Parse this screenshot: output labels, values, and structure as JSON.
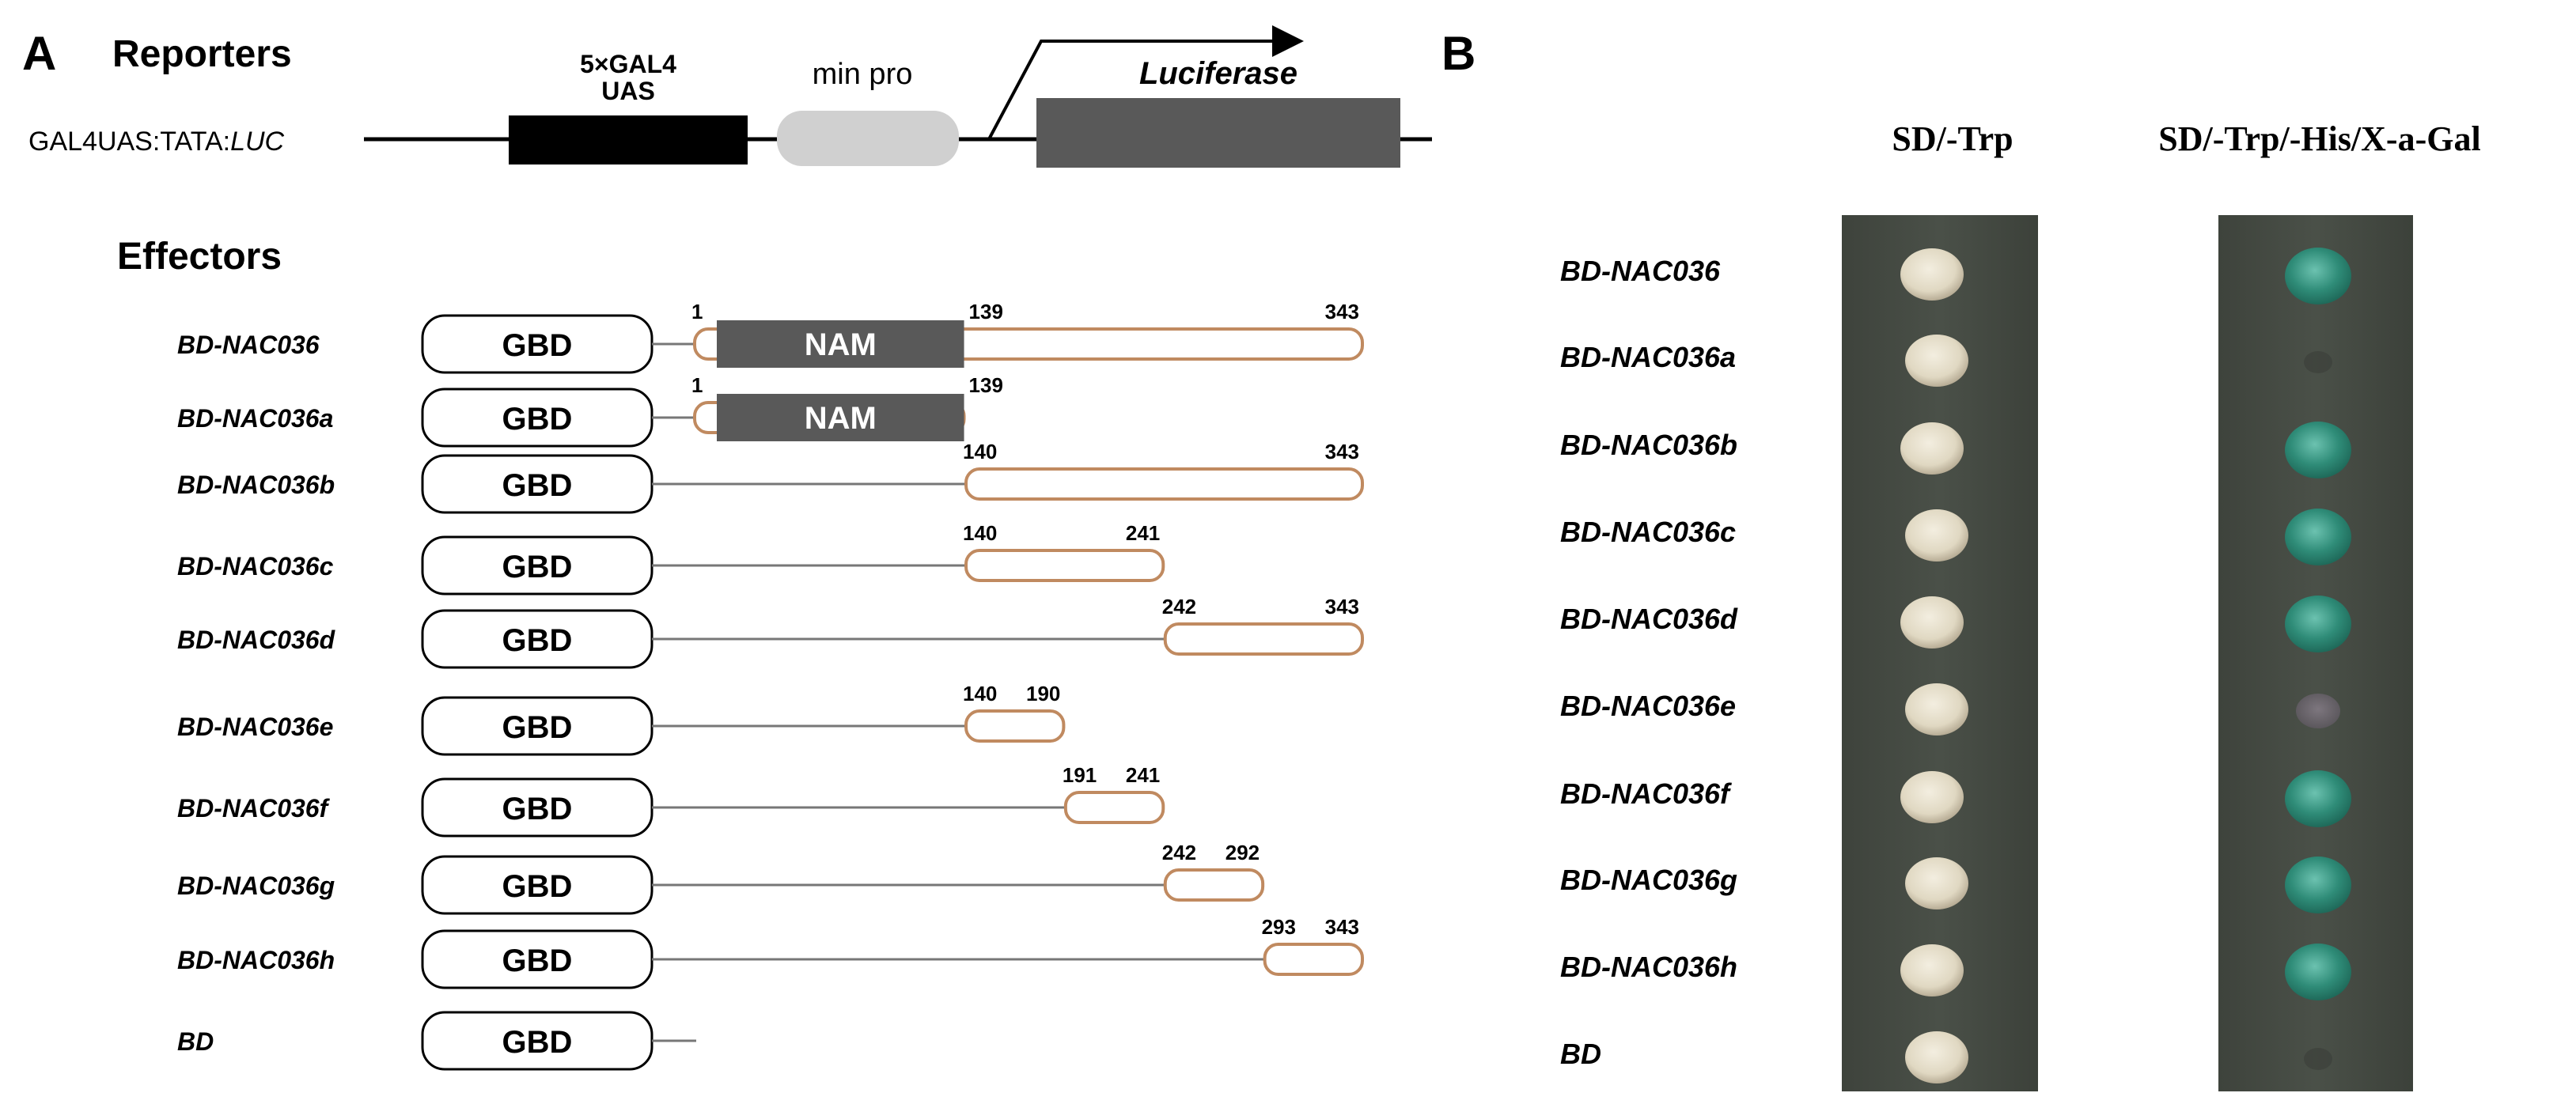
{
  "panel_a": {
    "letter": "A",
    "reporters_heading": "Reporters",
    "reporter_label_prefix": "GAL4UAS:TATA:",
    "reporter_label_italic": "LUC",
    "uas_line1": "5×GAL4",
    "uas_line2": "UAS",
    "min_pro_label": "min pro",
    "luciferase_label": "Luciferase",
    "effectors_heading": "Effectors",
    "gbd_label": "GBD",
    "nam_label": "NAM",
    "constructs": [
      {
        "name": "BD-NAC036",
        "nam": true,
        "start": "1",
        "mid": "139",
        "end": "343"
      },
      {
        "name": "BD-NAC036a",
        "nam": true,
        "start": "1",
        "mid": "139",
        "end": ""
      },
      {
        "name": "BD-NAC036b",
        "nam": false,
        "start": "140",
        "mid": "",
        "end": "343"
      },
      {
        "name": "BD-NAC036c",
        "nam": false,
        "start": "140",
        "mid": "",
        "end": "241"
      },
      {
        "name": "BD-NAC036d",
        "nam": false,
        "start": "242",
        "mid": "",
        "end": "343"
      },
      {
        "name": "BD-NAC036e",
        "nam": false,
        "start": "140",
        "mid": "",
        "end": "190"
      },
      {
        "name": "BD-NAC036f",
        "nam": false,
        "start": "191",
        "mid": "",
        "end": "241"
      },
      {
        "name": "BD-NAC036g",
        "nam": false,
        "start": "242",
        "mid": "",
        "end": "292"
      },
      {
        "name": "BD-NAC036h",
        "nam": false,
        "start": "293",
        "mid": "",
        "end": "343"
      },
      {
        "name": "BD",
        "nam": false,
        "start": "",
        "mid": "",
        "end": ""
      }
    ]
  },
  "panel_b": {
    "letter": "B",
    "column1_header": "SD/-Trp",
    "column2_header": "SD/-Trp/-His/X-a-Gal",
    "rows": [
      {
        "name": "BD-NAC036",
        "sd_trp": "growth",
        "x_gal": "blue"
      },
      {
        "name": "BD-NAC036a",
        "sd_trp": "growth",
        "x_gal": "none"
      },
      {
        "name": "BD-NAC036b",
        "sd_trp": "growth",
        "x_gal": "blue"
      },
      {
        "name": "BD-NAC036c",
        "sd_trp": "growth",
        "x_gal": "blue"
      },
      {
        "name": "BD-NAC036d",
        "sd_trp": "growth",
        "x_gal": "blue"
      },
      {
        "name": "BD-NAC036e",
        "sd_trp": "growth",
        "x_gal": "faint"
      },
      {
        "name": "BD-NAC036f",
        "sd_trp": "growth",
        "x_gal": "blue"
      },
      {
        "name": "BD-NAC036g",
        "sd_trp": "growth",
        "x_gal": "blue"
      },
      {
        "name": "BD-NAC036h",
        "sd_trp": "growth",
        "x_gal": "blue"
      },
      {
        "name": "BD",
        "sd_trp": "growth",
        "x_gal": "none"
      }
    ]
  },
  "colors": {
    "uas_box": "#000000",
    "min_pro": "#d0d0d0",
    "luciferase_box": "#595959",
    "nam_box": "#595959",
    "fragment_outline": "#c08a60",
    "plate_bg": "#454a42",
    "colony_white": "#e6dfcd",
    "colony_blue": "#2f8c78",
    "colony_faint": "#6e6670"
  }
}
